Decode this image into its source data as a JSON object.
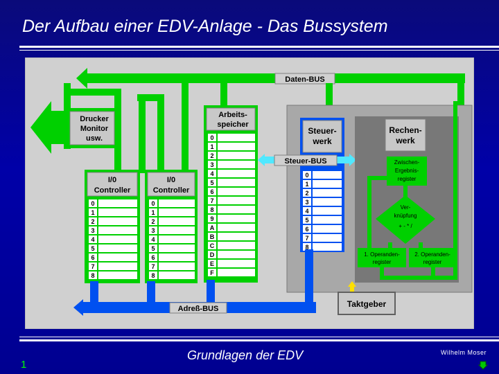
{
  "slide": {
    "title": "Der Aufbau einer EDV-Anlage - Das Bussystem",
    "footer": "Grundlagen der EDV",
    "author": "Wilhelm Moser",
    "page_number": "1"
  },
  "diagram": {
    "daten_bus": "Daten-BUS",
    "adress_bus": "Adreß-BUS",
    "steuer_bus": "Steuer-BUS",
    "peripherals": [
      "Drucker",
      "Monitor",
      "usw."
    ],
    "io_controller_1": [
      "I/0",
      "Controller"
    ],
    "io_controller_2": [
      "I/0",
      "Controller"
    ],
    "io_registers": [
      "0",
      "1",
      "2",
      "3",
      "4",
      "5",
      "6",
      "7",
      "8"
    ],
    "memory_title": [
      "Arbeits-",
      "speicher"
    ],
    "memory_registers": [
      "0",
      "1",
      "2",
      "3",
      "4",
      "5",
      "6",
      "7",
      "8",
      "9",
      "A",
      "B",
      "C",
      "D",
      "E",
      "F"
    ],
    "steuerwerk": [
      "Steuer-",
      "werk"
    ],
    "steuerwerk_registers": [
      "0",
      "1",
      "2",
      "3",
      "4",
      "5",
      "6",
      "7",
      "8"
    ],
    "rechenwerk": [
      "Rechen-",
      "werk"
    ],
    "zwischen_register": [
      "Zwischen-",
      "Ergebnis-",
      "register"
    ],
    "verknuepfung": [
      "Ver-",
      "knüpfung"
    ],
    "operators": "+ - * /",
    "operand1": [
      "1. Operanden-",
      "register"
    ],
    "operand2": [
      "2. Operanden-",
      "register"
    ],
    "taktgeber": "Taktgeber",
    "colors": {
      "background": "#0000a8",
      "panel": "#d0d0d0",
      "bus_green": "#00d000",
      "bus_blue": "#0050f0",
      "steuer_cyan": "#50e8ff",
      "taktgeber_yellow": "#ffe000"
    }
  }
}
